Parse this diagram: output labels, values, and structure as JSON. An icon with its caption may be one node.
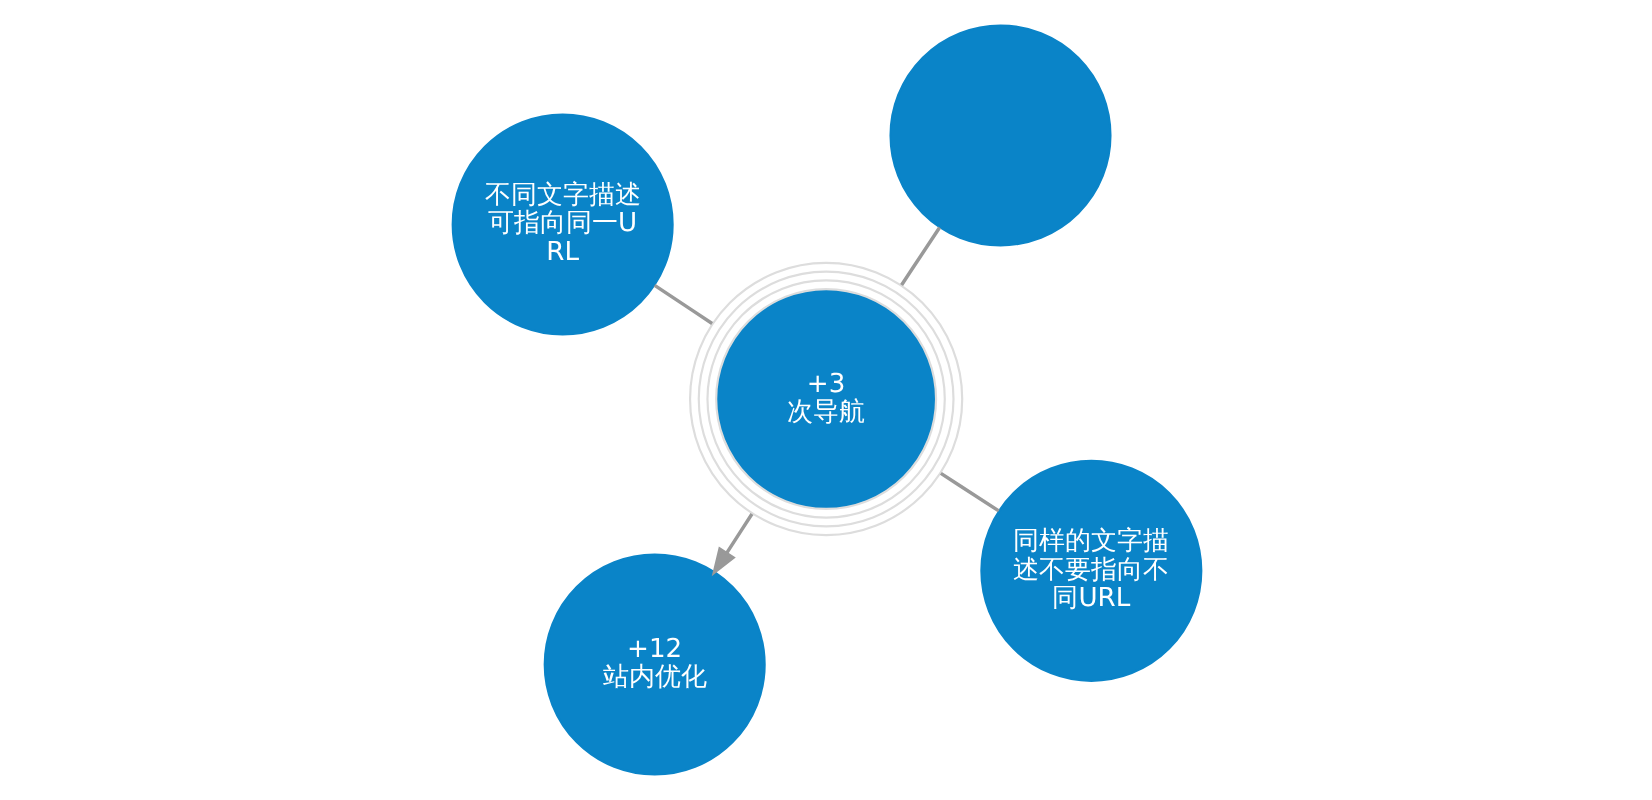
{
  "diagram": {
    "nodes": [
      {
        "text": [
          "+3",
          "次导航"
        ]
      },
      {
        "text": [
          "同样的文字描述不要指向不同URL"
        ]
      },
      {
        "text": [
          "+12",
          "站内优化"
        ]
      },
      {
        "text": [
          "不同文字描述可指向同一URL"
        ]
      },
      {
        "text": [],
        "shape": "circle"
      }
    ],
    "edges": [
      {
        "from": 0,
        "to": 1,
        "arrow": "none"
      },
      {
        "from": 0,
        "to": 2,
        "arrow": "to"
      },
      {
        "from": 0,
        "to": 3,
        "arrow": "none"
      },
      {
        "from": 0,
        "to": 4,
        "arrow": "none"
      }
    ]
  }
}
